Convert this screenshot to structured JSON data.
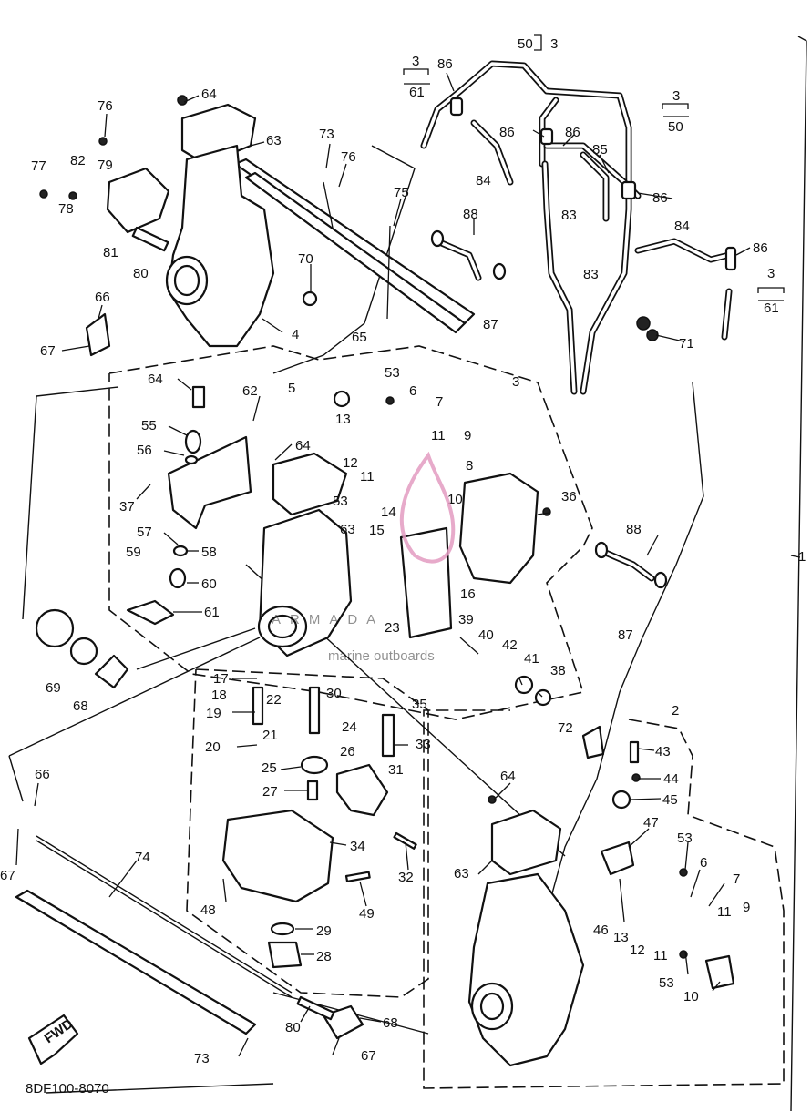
{
  "diagram_code": "8DF100-8070",
  "fwd_label": "FWD",
  "watermark": {
    "brand": "ARMADA",
    "tagline": "marine outboards",
    "color": "#e39bc1"
  },
  "callouts": [
    {
      "id": "c1",
      "text": "1"
    },
    {
      "id": "c2",
      "text": "2"
    },
    {
      "id": "c3a",
      "text": "3"
    },
    {
      "id": "c4",
      "text": "4"
    },
    {
      "id": "c5",
      "text": "5"
    },
    {
      "id": "c6a",
      "text": "6"
    },
    {
      "id": "c6b",
      "text": "6"
    },
    {
      "id": "c7a",
      "text": "7"
    },
    {
      "id": "c7b",
      "text": "7"
    },
    {
      "id": "c8",
      "text": "8"
    },
    {
      "id": "c9a",
      "text": "9"
    },
    {
      "id": "c9b",
      "text": "9"
    },
    {
      "id": "c10a",
      "text": "10"
    },
    {
      "id": "c10b",
      "text": "10"
    },
    {
      "id": "c11a",
      "text": "11"
    },
    {
      "id": "c11b",
      "text": "11"
    },
    {
      "id": "c11c",
      "text": "11"
    },
    {
      "id": "c11d",
      "text": "11"
    },
    {
      "id": "c12a",
      "text": "12"
    },
    {
      "id": "c12b",
      "text": "12"
    },
    {
      "id": "c13a",
      "text": "13"
    },
    {
      "id": "c13b",
      "text": "13"
    },
    {
      "id": "c14",
      "text": "14"
    },
    {
      "id": "c15",
      "text": "15"
    },
    {
      "id": "c16",
      "text": "16"
    },
    {
      "id": "c17",
      "text": "17"
    },
    {
      "id": "c18",
      "text": "18"
    },
    {
      "id": "c19",
      "text": "19"
    },
    {
      "id": "c20",
      "text": "20"
    },
    {
      "id": "c21",
      "text": "21"
    },
    {
      "id": "c22",
      "text": "22"
    },
    {
      "id": "c23",
      "text": "23"
    },
    {
      "id": "c24",
      "text": "24"
    },
    {
      "id": "c25",
      "text": "25"
    },
    {
      "id": "c26",
      "text": "26"
    },
    {
      "id": "c27",
      "text": "27"
    },
    {
      "id": "c28",
      "text": "28"
    },
    {
      "id": "c29",
      "text": "29"
    },
    {
      "id": "c30",
      "text": "30"
    },
    {
      "id": "c31",
      "text": "31"
    },
    {
      "id": "c32",
      "text": "32"
    },
    {
      "id": "c33",
      "text": "33"
    },
    {
      "id": "c34",
      "text": "34"
    },
    {
      "id": "c35",
      "text": "35"
    },
    {
      "id": "c36",
      "text": "36"
    },
    {
      "id": "c37",
      "text": "37"
    },
    {
      "id": "c38",
      "text": "38"
    },
    {
      "id": "c39",
      "text": "39"
    },
    {
      "id": "c40",
      "text": "40"
    },
    {
      "id": "c41",
      "text": "41"
    },
    {
      "id": "c42",
      "text": "42"
    },
    {
      "id": "c43",
      "text": "43"
    },
    {
      "id": "c44",
      "text": "44"
    },
    {
      "id": "c45",
      "text": "45"
    },
    {
      "id": "c46",
      "text": "46"
    },
    {
      "id": "c47",
      "text": "47"
    },
    {
      "id": "c48",
      "text": "48"
    },
    {
      "id": "c49",
      "text": "49"
    },
    {
      "id": "c53a",
      "text": "53"
    },
    {
      "id": "c53b",
      "text": "53"
    },
    {
      "id": "c53c",
      "text": "53"
    },
    {
      "id": "c53d",
      "text": "53"
    },
    {
      "id": "c55",
      "text": "55"
    },
    {
      "id": "c56",
      "text": "56"
    },
    {
      "id": "c57",
      "text": "57"
    },
    {
      "id": "c58",
      "text": "58"
    },
    {
      "id": "c59",
      "text": "59"
    },
    {
      "id": "c60",
      "text": "60"
    },
    {
      "id": "c61",
      "text": "61"
    },
    {
      "id": "c62",
      "text": "62"
    },
    {
      "id": "c63a",
      "text": "63"
    },
    {
      "id": "c63b",
      "text": "63"
    },
    {
      "id": "c63c",
      "text": "63"
    },
    {
      "id": "c64a",
      "text": "64"
    },
    {
      "id": "c64b",
      "text": "64"
    },
    {
      "id": "c64c",
      "text": "64"
    },
    {
      "id": "c64d",
      "text": "64"
    },
    {
      "id": "c65",
      "text": "65"
    },
    {
      "id": "c66a",
      "text": "66"
    },
    {
      "id": "c66b",
      "text": "66"
    },
    {
      "id": "c67a",
      "text": "67"
    },
    {
      "id": "c67b",
      "text": "67"
    },
    {
      "id": "c67c",
      "text": "67"
    },
    {
      "id": "c68a",
      "text": "68"
    },
    {
      "id": "c68b",
      "text": "68"
    },
    {
      "id": "c69",
      "text": "69"
    },
    {
      "id": "c70",
      "text": "70"
    },
    {
      "id": "c71",
      "text": "71"
    },
    {
      "id": "c72",
      "text": "72"
    },
    {
      "id": "c73a",
      "text": "73"
    },
    {
      "id": "c73b",
      "text": "73"
    },
    {
      "id": "c74",
      "text": "74"
    },
    {
      "id": "c75",
      "text": "75"
    },
    {
      "id": "c76a",
      "text": "76"
    },
    {
      "id": "c76b",
      "text": "76"
    },
    {
      "id": "c77",
      "text": "77"
    },
    {
      "id": "c78",
      "text": "78"
    },
    {
      "id": "c79",
      "text": "79"
    },
    {
      "id": "c80a",
      "text": "80"
    },
    {
      "id": "c80b",
      "text": "80"
    },
    {
      "id": "c81",
      "text": "81"
    },
    {
      "id": "c82",
      "text": "82"
    },
    {
      "id": "c83a",
      "text": "83"
    },
    {
      "id": "c83b",
      "text": "83"
    },
    {
      "id": "c84a",
      "text": "84"
    },
    {
      "id": "c84b",
      "text": "84"
    },
    {
      "id": "c85",
      "text": "85"
    },
    {
      "id": "c86a",
      "text": "86"
    },
    {
      "id": "c86b",
      "text": "86"
    },
    {
      "id": "c86c",
      "text": "86"
    },
    {
      "id": "c86d",
      "text": "86"
    },
    {
      "id": "c86e",
      "text": "86"
    },
    {
      "id": "c87a",
      "text": "87"
    },
    {
      "id": "c87b",
      "text": "87"
    },
    {
      "id": "c88a",
      "text": "88"
    },
    {
      "id": "c88b",
      "text": "88"
    },
    {
      "id": "r1a",
      "text": "3"
    },
    {
      "id": "r1b",
      "text": "61"
    },
    {
      "id": "r2a",
      "text": "50"
    },
    {
      "id": "r2b",
      "text": "3"
    },
    {
      "id": "r3a",
      "text": "3"
    },
    {
      "id": "r3b",
      "text": "50"
    },
    {
      "id": "r4a",
      "text": "3"
    },
    {
      "id": "r4b",
      "text": "61"
    }
  ]
}
